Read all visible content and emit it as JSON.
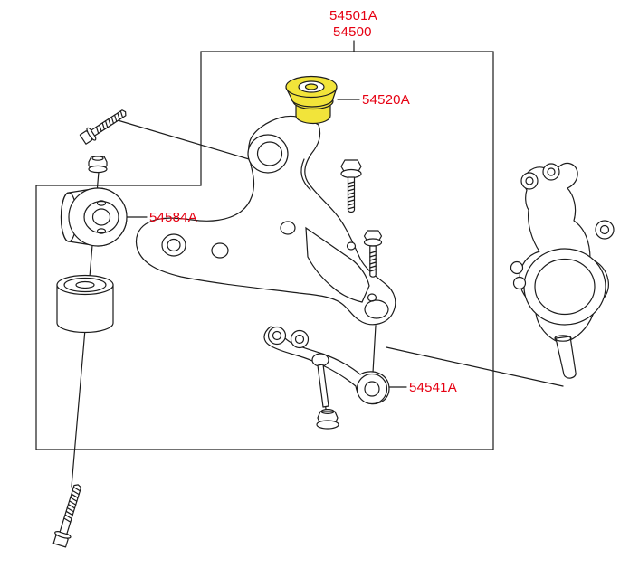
{
  "diagram": {
    "background": "#ffffff",
    "colors": {
      "label": "#e60012",
      "line": "#1c1c1c",
      "highlight": "#f2e43a",
      "part_fill": "#ffffff"
    },
    "labels": {
      "arm_assembly_alt": "54501A",
      "arm_assembly": "54500",
      "bushing_front": "54520A",
      "bushing_rear": "54584A",
      "bracket": "54541A"
    }
  }
}
